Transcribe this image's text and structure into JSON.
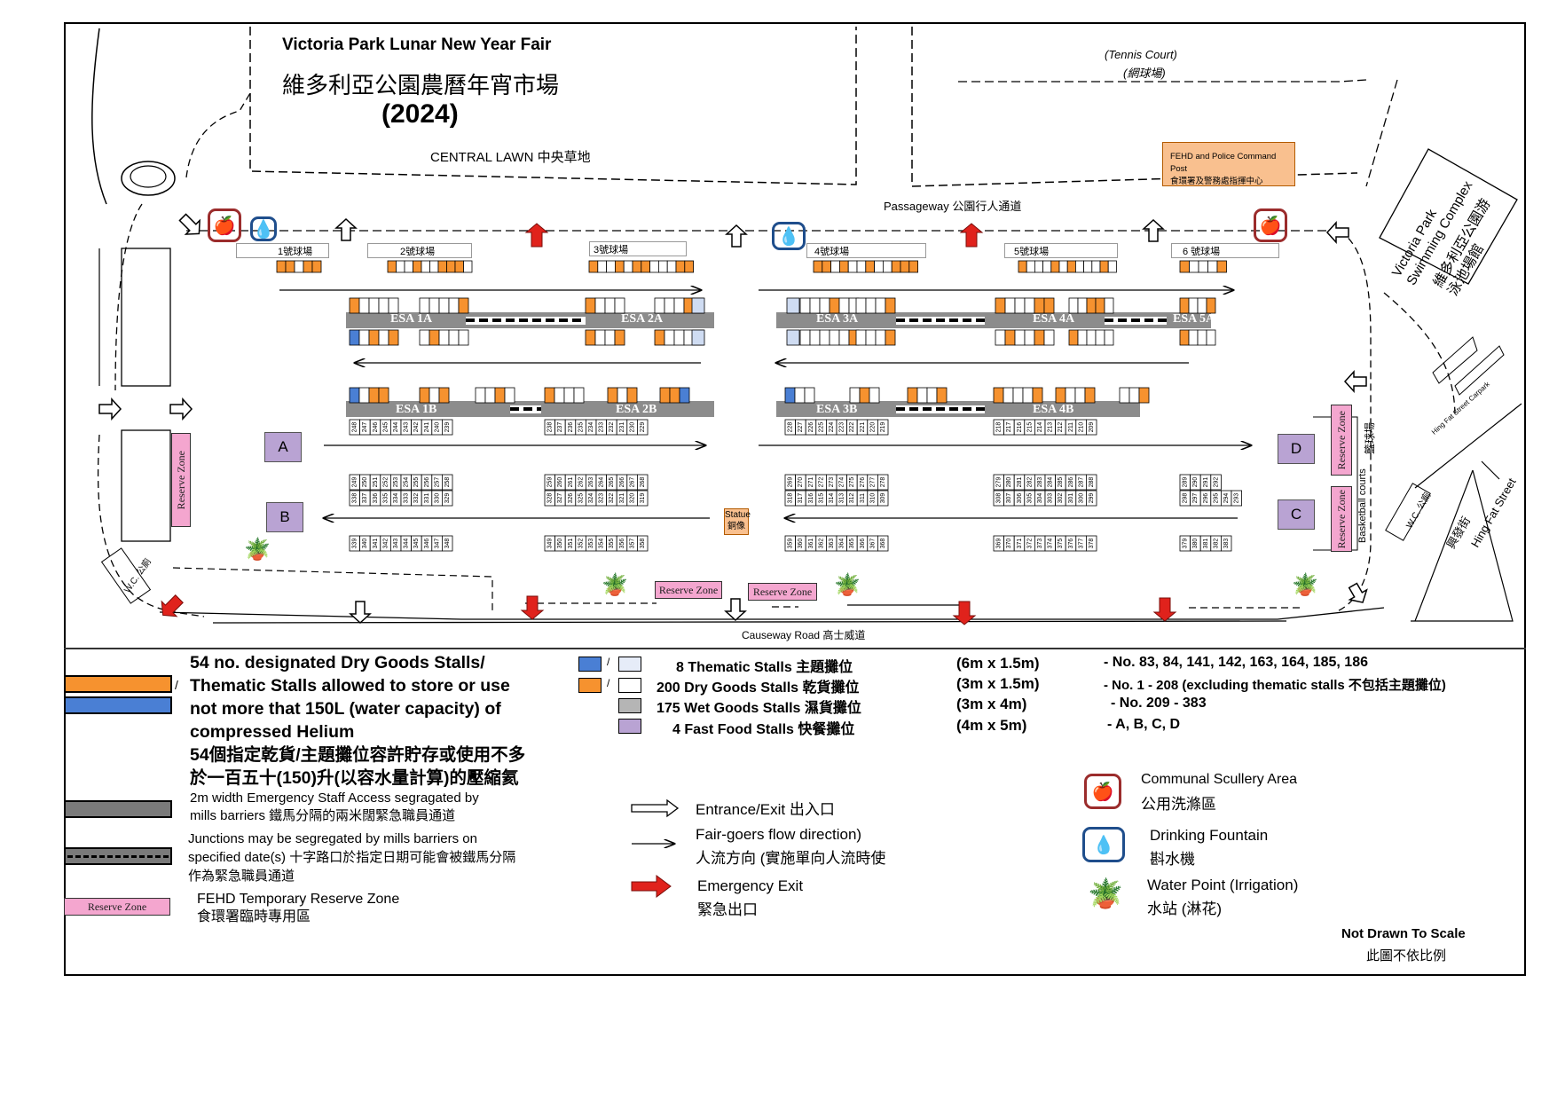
{
  "title": {
    "en": "Victoria Park Lunar New Year Fair",
    "zh": "維多利亞公園農曆年宵市場",
    "year": "(2024)"
  },
  "places": {
    "central_lawn": "CENTRAL LAWN 中央草地",
    "tennis_en": "(Tennis Court)",
    "tennis_zh": "(網球場)",
    "command_en": "FEHD and Police Command Post",
    "command_zh": "食環署及警務處指揮中心",
    "passageway": "Passageway  公園行人通道",
    "pool_en": "Victoria Park Swimming Complex",
    "pool_zh": "維多利亞公園游泳池場館",
    "causeway": "Causeway Road 高士威道",
    "basketball_en": "Basketball courts",
    "basketball_zh": "籃球場",
    "hingfat_en": "Hing Fat Street",
    "hingfat_zh": "興發街",
    "carpark": "Hing Fat Street Carpark",
    "wc": "W.C. 公廁",
    "statue_en": "Statue",
    "statue_zh": "銅像"
  },
  "courts": [
    "1號球場",
    "2號球場",
    "3號球場",
    "4號球場",
    "5號球場",
    "6 號球場"
  ],
  "esa": [
    "ESA 1A",
    "ESA 2A",
    "ESA 3A",
    "ESA 4A",
    "ESA 5A",
    "ESA 1B",
    "ESA 2B",
    "ESA 3B",
    "ESA 4B"
  ],
  "fast_food": [
    "A",
    "B",
    "C",
    "D"
  ],
  "reserve_zone": "Reserve Zone",
  "row_numbers": {
    "row_r1_left": [
      "248",
      "247",
      "246",
      "245",
      "244",
      "243",
      "242",
      "241",
      "240",
      "239"
    ],
    "row_r1_mid": [
      "238",
      "237",
      "236",
      "235",
      "234",
      "233",
      "232",
      "231",
      "230",
      "229"
    ],
    "row_r1_r1": [
      "228",
      "227",
      "226",
      "225",
      "224",
      "223",
      "222",
      "221",
      "220",
      "219"
    ],
    "row_r1_r2": [
      "218",
      "217",
      "216",
      "215",
      "214",
      "213",
      "212",
      "211",
      "210",
      "209"
    ],
    "row_r2a": [
      "338",
      "337",
      "336",
      "335",
      "334",
      "333",
      "332",
      "331",
      "330",
      "329"
    ],
    "row_r2b": [
      "328",
      "327",
      "326",
      "325",
      "324",
      "323",
      "322",
      "321",
      "320",
      "319"
    ],
    "row_r2c": [
      "318",
      "317",
      "316",
      "315",
      "314",
      "313",
      "312",
      "311",
      "310",
      "309"
    ],
    "row_r2d": [
      "308",
      "307",
      "306",
      "305",
      "304",
      "303",
      "302",
      "301",
      "300",
      "299"
    ],
    "row_r2e": [
      "298",
      "297",
      "296",
      "295",
      "294",
      "293"
    ],
    "row_r3a": [
      "249",
      "250",
      "251",
      "252",
      "253",
      "254",
      "255",
      "256",
      "257",
      "258"
    ],
    "row_r3b": [
      "259",
      "260",
      "261",
      "262",
      "263",
      "264",
      "265",
      "266",
      "267",
      "268"
    ],
    "row_r3c": [
      "269",
      "270",
      "271",
      "272",
      "273",
      "274",
      "275",
      "276",
      "277",
      "278"
    ],
    "row_r3d": [
      "279",
      "280",
      "281",
      "282",
      "283",
      "284",
      "285",
      "286",
      "287",
      "288"
    ],
    "row_r3e": [
      "289",
      "290",
      "291",
      "292"
    ],
    "row_r4a": [
      "339",
      "340",
      "341",
      "342",
      "343",
      "344",
      "345",
      "346",
      "347",
      "348"
    ],
    "row_r4b": [
      "349",
      "350",
      "351",
      "352",
      "353",
      "354",
      "355",
      "356",
      "357",
      "358"
    ],
    "row_r4c": [
      "359",
      "360",
      "361",
      "362",
      "363",
      "364",
      "365",
      "366",
      "367",
      "368"
    ],
    "row_r4d": [
      "369",
      "370",
      "371",
      "372",
      "373",
      "374",
      "375",
      "376",
      "377",
      "378"
    ],
    "row_r4e": [
      "379",
      "380",
      "381",
      "382",
      "383"
    ],
    "thematic": [
      "83",
      "84",
      "141",
      "142",
      "163",
      "164",
      "185",
      "186"
    ]
  },
  "legend": {
    "helium_en_1": "54 no. designated Dry Goods Stalls/",
    "helium_en_2": "Thematic Stalls allowed to store or use",
    "helium_en_3": "not more that 150L (water capacity) of",
    "helium_en_4": "compressed Helium",
    "helium_zh_1": "54個指定乾貨/主題攤位容許貯存或使用不多",
    "helium_zh_2": "於一百五十(150)升(以容水量計算)的壓縮氦",
    "slash": "/",
    "esa_en": "2m width Emergency Staff Access segragated by",
    "esa_zh": "mills barriers 鐵馬分隔的兩米闊緊急職員通道",
    "junction_1": "Junctions may be segregated by mills barriers on",
    "junction_2": "specified date(s) 十字路口於指定日期可能會被鐵馬分隔",
    "junction_3": "作為緊急職員通道",
    "rz_label": "Reserve Zone",
    "rz_en": "FEHD Temporary Reserve Zone",
    "rz_zh": "食環署臨時專用區",
    "stalls": [
      {
        "label": "8 Thematic Stalls 主題攤位",
        "size": "(6m x 1.5m)",
        "nos": "- No. 83, 84, 141, 142, 163, 164, 185, 186"
      },
      {
        "label": "200 Dry Goods Stalls 乾貨攤位",
        "size": "(3m x 1.5m)",
        "nos": "- No. 1 - 208 (excluding thematic stalls 不包括主題攤位)"
      },
      {
        "label": "175 Wet Goods Stalls 濕貨攤位",
        "size": "(3m x 4m)",
        "nos": "- No. 209 - 383"
      },
      {
        "label": "4 Fast Food Stalls 快餐攤位",
        "size": "(4m x 5m)",
        "nos": "- A, B, C, D"
      }
    ],
    "entrance_en": "Entrance/Exit 出入口",
    "flow_en": "Fair-goers flow direction)",
    "flow_zh": "人流方向 (實施單向人流時使",
    "emergency_en": "Emergency Exit",
    "emergency_zh": "緊急出口",
    "scullery_en": "Communal Scullery Area",
    "scullery_zh": "公用洗滌區",
    "fountain_en": "Drinking Fountain",
    "fountain_zh": "斟水機",
    "water_en": "Water Point (Irrigation)",
    "water_zh": "水站 (淋花)",
    "scale_en": "Not Drawn To Scale",
    "scale_zh": "此圖不依比例"
  },
  "colors": {
    "orange": "#f6922f",
    "blue": "#4a7fd4",
    "grey": "#8c8c8c",
    "purple": "#b9a3d3",
    "pink": "#f4a6cf",
    "red": "#e0221c",
    "scullery": "#9b2c2c",
    "fountain": "#1f4e8c",
    "command": "#f9c08f"
  }
}
